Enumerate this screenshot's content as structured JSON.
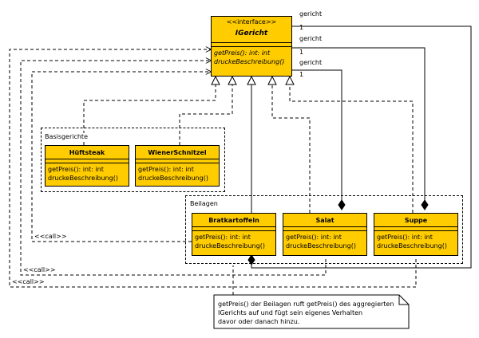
{
  "interface": {
    "stereotype": "<<interface>>",
    "name": "IGericht",
    "operations": [
      "getPreis(): int: int",
      "druckeBeschreibung()"
    ]
  },
  "packages": {
    "basis": "Basisgerichte",
    "beilagen": "Beilagen"
  },
  "classes": {
    "hueftsteak": {
      "name": "Hüftsteak",
      "operations": [
        "getPreis(): int: int",
        "druckeBeschreibung()"
      ]
    },
    "wiener": {
      "name": "WienerSchnitzel",
      "operations": [
        "getPreis(): int: int",
        "druckeBeschreibung()"
      ]
    },
    "bratkartoffeln": {
      "name": "Bratkartoffeln",
      "operations": [
        "getPreis(): int: int",
        "druckeBeschreibung()"
      ]
    },
    "salat": {
      "name": "Salat",
      "operations": [
        "getPreis(): int: int",
        "druckeBeschreibung()"
      ]
    },
    "suppe": {
      "name": "Suppe",
      "operations": [
        "getPreis(): int: int",
        "druckeBeschreibung()"
      ]
    }
  },
  "associations": [
    {
      "role": "gericht",
      "multiplicity": "1"
    },
    {
      "role": "gericht",
      "multiplicity": "1"
    },
    {
      "role": "gericht",
      "multiplicity": "1"
    }
  ],
  "calls": [
    "<<call>>",
    "<<call>>",
    "<<call>>"
  ],
  "note": {
    "lines": [
      "getPreis() der Beilagen ruft getPreis() des aggregierten",
      "IGerichts auf und fügt sein eigenes Verhalten",
      "davor oder danach hinzu."
    ]
  }
}
